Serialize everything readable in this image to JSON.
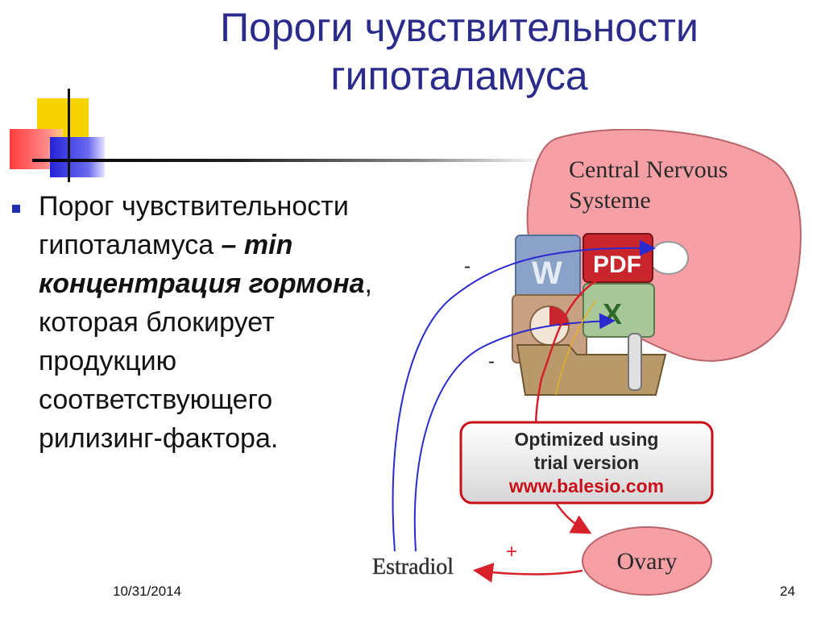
{
  "slide": {
    "title_line1": "Пороги чувствительности",
    "title_line2": "гипоталамуса",
    "bullet": {
      "part1": "Порог чувствительности гипоталамуса ",
      "emphasis": "– min концентрация гормона",
      "part2": ", которая блокирует продукцию соответствующего рилизинг-фактора."
    },
    "date": "10/31/2014",
    "page_number": "24"
  },
  "diagram": {
    "cns_line1": "Central Nervous",
    "cns_line2": "Systeme",
    "ovary": "Ovary",
    "estradiol": "Estradiol",
    "sign_minus_1": "-",
    "sign_minus_2": "-",
    "sign_plus": "+",
    "watermark_line1": "Optimized using",
    "watermark_line2": "trial version",
    "watermark_line3": "www.balesio.com",
    "pdf_label": "PDF",
    "colors": {
      "title": "#2b2b8c",
      "cns_fill": "#f6a0a6",
      "arrow_red": "#d8202a",
      "arrow_blue": "#2a2ad0",
      "watermark_red": "#c8101a"
    }
  }
}
